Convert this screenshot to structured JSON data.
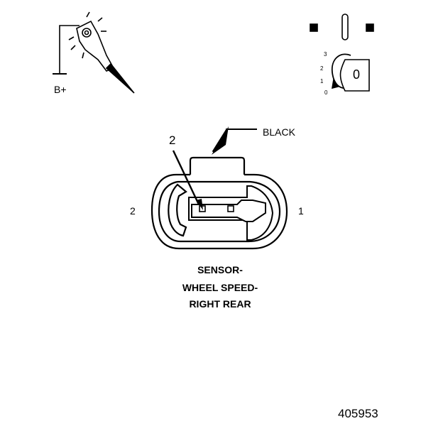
{
  "probe": {
    "supply_label": "B+"
  },
  "ignition": {
    "positions": [
      "3",
      "2",
      "1",
      "0"
    ],
    "key_label": "0"
  },
  "connector": {
    "wire_color": "BLACK",
    "cavity_callout": "2",
    "side_left": "2",
    "side_right": "1"
  },
  "caption": {
    "line1": "SENSOR-",
    "line2": "WHEEL SPEED-",
    "line3": "RIGHT REAR"
  },
  "figure_number": "405953"
}
